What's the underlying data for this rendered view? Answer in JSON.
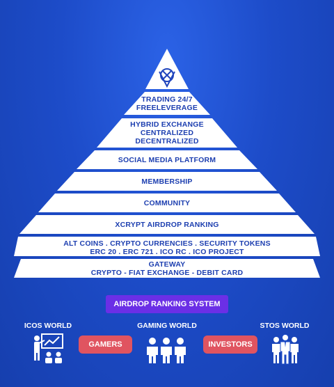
{
  "pyramid": {
    "tiers": [
      "TRADING 24/7\nFREELEVERAGE",
      "HYBRID EXCHANGE\nCENTRALIZED\nDECENTRALIZED",
      "SOCIAL MEDIA PLATFORM",
      "MEMBERSHIP",
      "COMMUNITY",
      "XCRYPT AIRDROP RANKING",
      "ALT COINS . CRYPTO CURRENCIES . SECURITY TOKENS\nERC 20 . ERC 721 . ICO RC . ICO PROJECT",
      "GATEWAY\nCRYPTO - FIAT EXCHANGE - DEBIT CARD"
    ],
    "apex_icon": "xcrypt-logo-icon"
  },
  "system_button": "AIRDROP RANKING SYSTEM",
  "worlds": {
    "icos": {
      "label": "ICOS WORLD",
      "icon": "presentation-icon"
    },
    "gaming": {
      "label": "GAMING WORLD",
      "icon": "people-group-icon"
    },
    "stos": {
      "label": "STOS WORLD",
      "icon": "business-team-icon"
    }
  },
  "tags": {
    "gamers": "GAMERS",
    "investors": "INVESTORS"
  },
  "colors": {
    "background": "#1f4fd1",
    "tier_fill": "#ffffff",
    "tier_text": "#1d3fb0",
    "purple_button": "#6b2fe6",
    "red_tag": "#e05460"
  }
}
